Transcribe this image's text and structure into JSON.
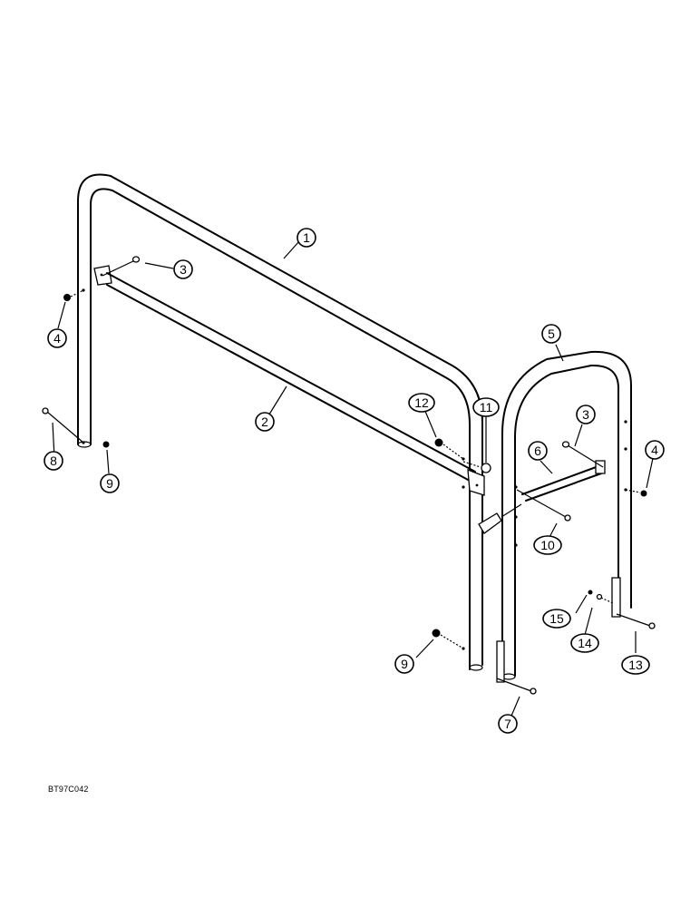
{
  "drawing_code": "BT97C042",
  "callouts": [
    "1",
    "2",
    "3",
    "4",
    "5",
    "6",
    "7",
    "8",
    "9",
    "10",
    "11",
    "12",
    "13",
    "14",
    "15"
  ],
  "parts": [
    "hoop-1",
    "brace-2",
    "hoop-5",
    "brace-6"
  ],
  "line_color": "#000000",
  "background_color": "#ffffff"
}
